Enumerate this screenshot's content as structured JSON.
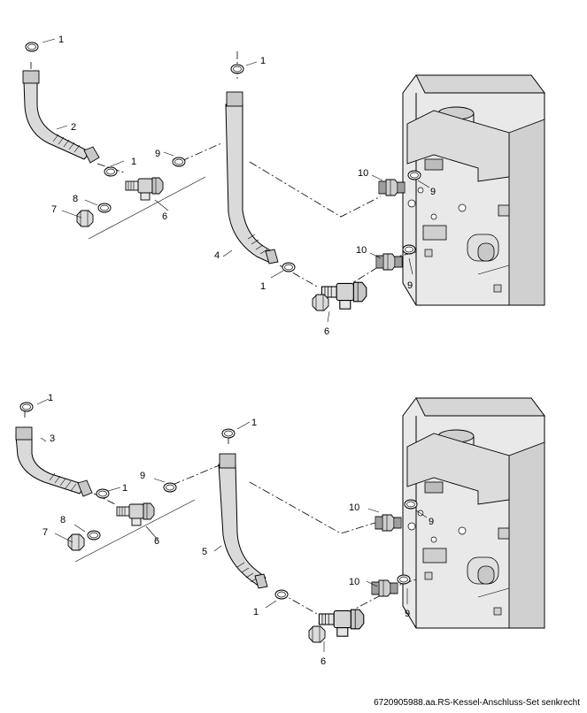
{
  "caption": "6720905988.aa.RS-Kessel-Anschluss-Set senkrecht",
  "top_view": {
    "labels": [
      "1",
      "1",
      "2",
      "1",
      "9",
      "10",
      "9",
      "8",
      "7",
      "6",
      "4",
      "10",
      "9",
      "1",
      "6"
    ]
  },
  "bottom_view": {
    "labels": [
      "1",
      "1",
      "3",
      "1",
      "9",
      "10",
      "9",
      "8",
      "7",
      "6",
      "5",
      "10",
      "1",
      "9",
      "6"
    ]
  }
}
